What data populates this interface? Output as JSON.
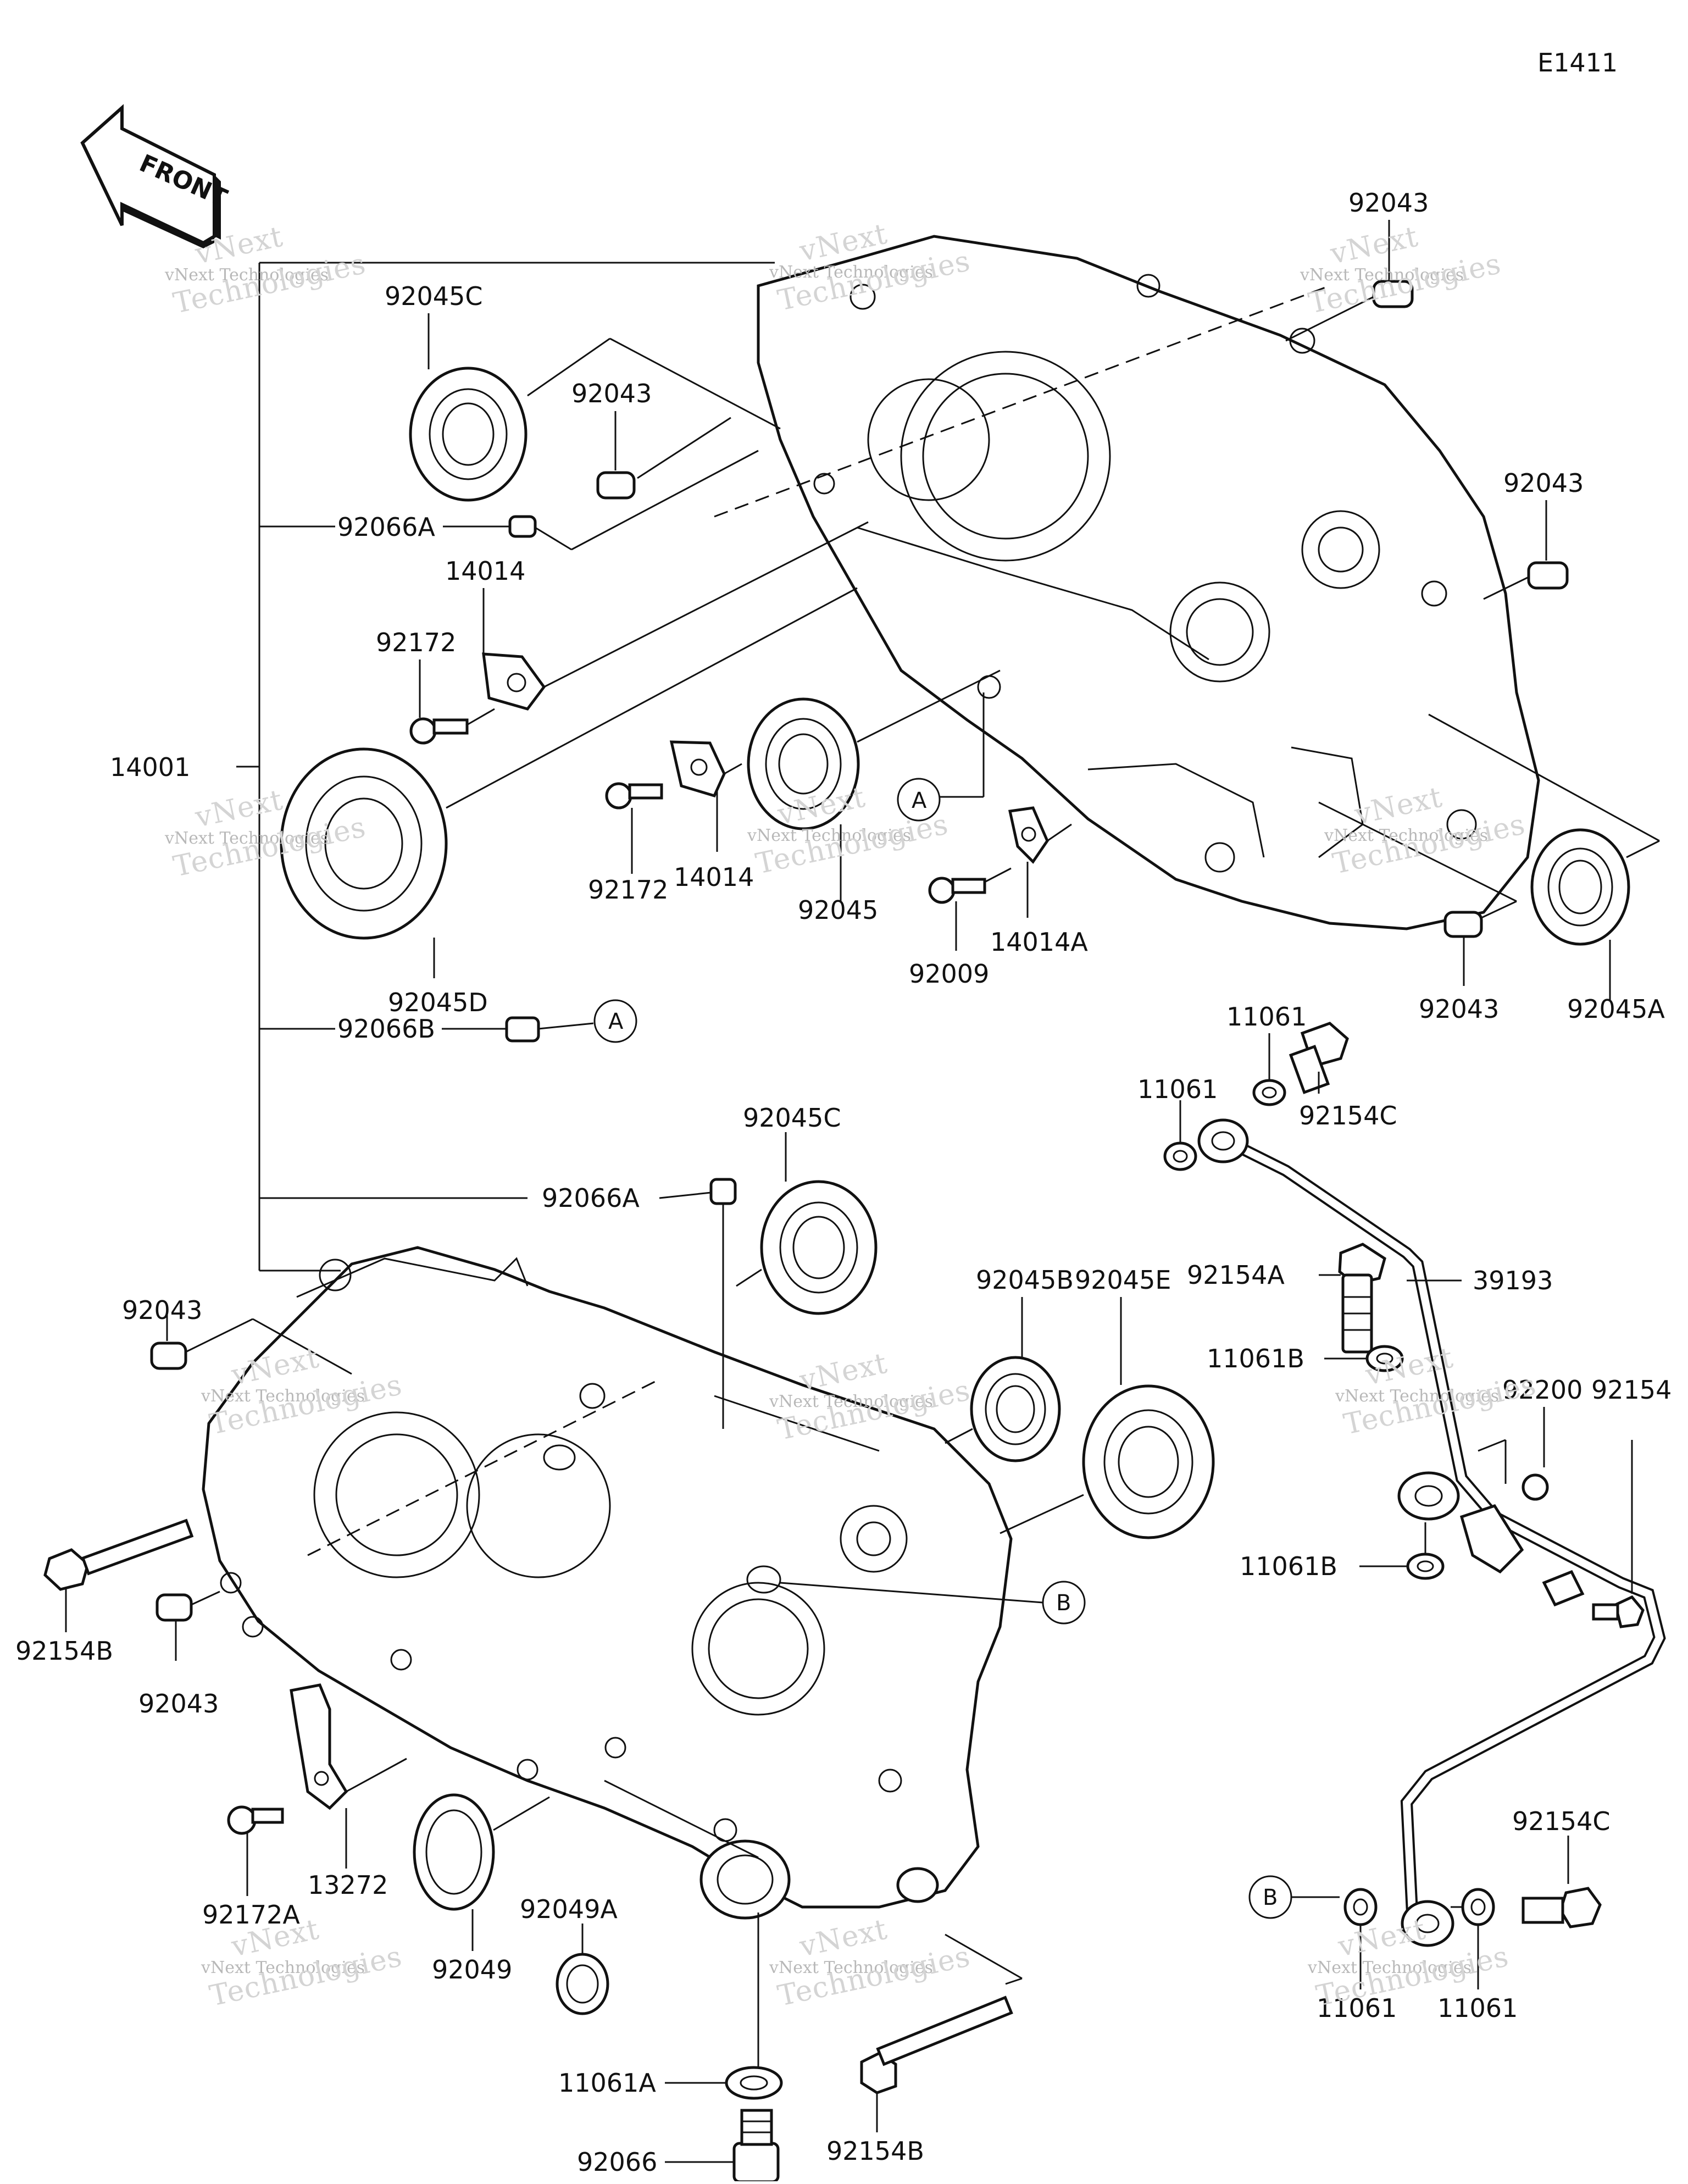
{
  "diagram_code": "E1411",
  "front_arrow_label": "FRONT",
  "watermark": {
    "company": "vNext Technologies",
    "line1": "vNext",
    "line2": "Technologies"
  },
  "ref_markers": {
    "a": "A",
    "b": "B"
  },
  "labels": {
    "p92043_top_right": "92043",
    "p92045C_top": "92045C",
    "p92043_upper": "92043",
    "p92066A_upper": "92066A",
    "p14014_upper": "14014",
    "p92172_upper": "92172",
    "p92043_right": "92043",
    "p14001": "14001",
    "p92172_mid": "92172",
    "p14014_mid": "14014",
    "p92045": "92045",
    "p92009": "92009",
    "p14014A": "14014A",
    "p92043_mid_right": "92043",
    "p92045A": "92045A",
    "p92045D": "92045D",
    "p11061_a": "11061",
    "p11061_b": "11061",
    "p92154C_upper": "92154C",
    "p92066B": "92066B",
    "p92045C_lower": "92045C",
    "p92066A_lower": "92066A",
    "p92154A": "92154A",
    "p39193": "39193",
    "p92045B": "92045B",
    "p92045E": "92045E",
    "p92043_lower_left": "92043",
    "p11061B_upper": "11061B",
    "p92200": "92200",
    "p92154": "92154",
    "p11061B_lower": "11061B",
    "p92154B_left": "92154B",
    "p92043_lower": "92043",
    "p13272": "13272",
    "p92172A": "92172A",
    "p92049": "92049",
    "p92049A": "92049A",
    "p92154C_lower": "92154C",
    "p11061_c": "11061",
    "p11061_d": "11061",
    "p11061A": "11061A",
    "p92154B_bottom": "92154B",
    "p92066": "92066"
  }
}
